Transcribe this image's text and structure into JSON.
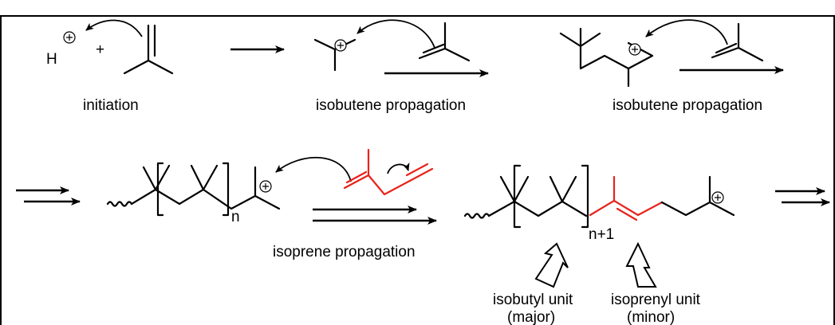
{
  "labels": {
    "initiation": "initiation",
    "propagation_1": "isobutene propagation",
    "propagation_2": "isobutene propagation",
    "isoprene_propagation": "isoprene propagation",
    "isobutyl_unit": "isobutyl unit",
    "isobutyl_unit_note": "(major)",
    "isoprenyl_unit": "isoprenyl unit",
    "isoprenyl_unit_note": "(minor)"
  },
  "symbols": {
    "proton": "H",
    "plus": "+",
    "repeat_n": "n",
    "repeat_n_plus_1": "n+1"
  },
  "colors": {
    "bonds": "#000000",
    "isoprene_highlight": "#e8231b",
    "frame": "#000000"
  },
  "icons": {
    "cation_charge": "circled-plus",
    "reaction_arrow": "long-right-arrow",
    "equilibrium_arrows": "double-right-arrow",
    "curly_arrow": "electron-push-arrow",
    "highlight_arrow": "hollow-up-arrow"
  }
}
